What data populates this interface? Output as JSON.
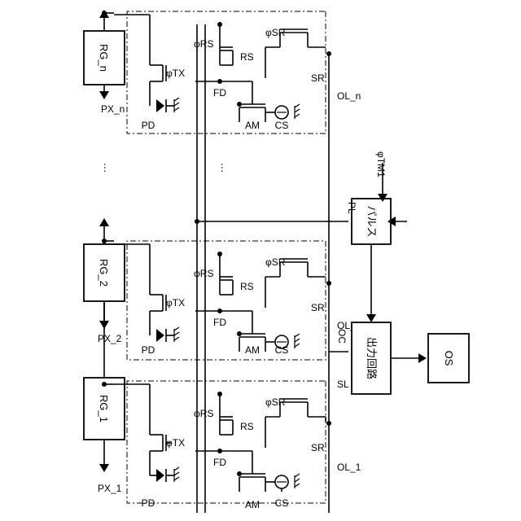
{
  "labels": {
    "phi_tx": "φTX",
    "phi_rs": "φRS",
    "phi_sr": "φSR",
    "rs": "RS",
    "sr": "SR",
    "fd": "FD",
    "pd": "PD",
    "am": "AM",
    "cs": "CS",
    "ellipsis": "…"
  },
  "row_groups": [
    "RG_1",
    "RG_2",
    "RG_n"
  ],
  "pixels": [
    "PX_1",
    "PX_2",
    "PX_n"
  ],
  "output_lines": [
    "OL_1",
    "OL_2",
    "OL_n"
  ],
  "pulse_block": {
    "label": "パルス",
    "line_label": "PL",
    "input_label": "φTM1"
  },
  "output_circuit": {
    "label": "出力回路",
    "line_label": "OC"
  },
  "signal_line": "SL",
  "output_terminal": "OS"
}
